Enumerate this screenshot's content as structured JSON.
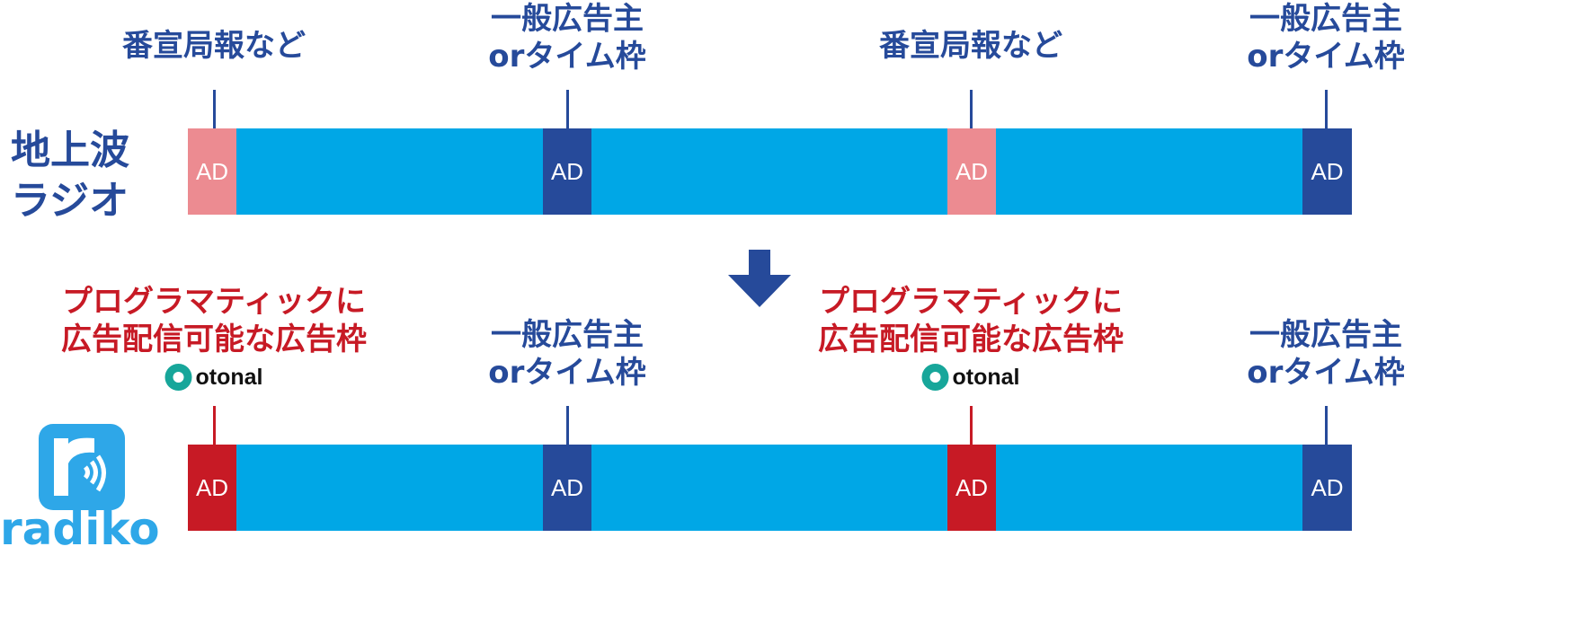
{
  "colors": {
    "navy": "#264a9a",
    "cyan": "#00a7e6",
    "pink": "#ec8b91",
    "red": "#c71a25",
    "radiko": "#2ea7e8",
    "otonal": "#17a69a"
  },
  "terrestrial": {
    "title_line1": "地上波",
    "title_line2": "ラジオ",
    "label_promo": "番宣局報など",
    "label_general_1": "一般広告主",
    "label_general_2": "orタイム枠",
    "ad": "AD"
  },
  "radiko": {
    "logo_text": "radiko",
    "label_prog_1": "プログラマティックに",
    "label_prog_2": "広告配信可能な広告枠",
    "otonal": "otonal",
    "label_general_1": "一般広告主",
    "label_general_2": "orタイム枠",
    "ad": "AD"
  }
}
